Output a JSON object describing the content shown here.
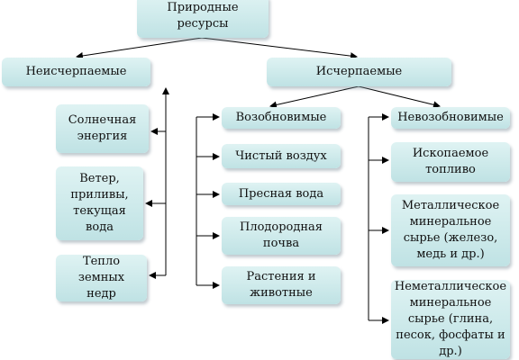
{
  "nodes": {
    "root": "Природные ресурсы",
    "inexhaustible": "Неисчерпаемые",
    "exhaustible": "Исчерпаемые",
    "solar": "Солнечная энергия",
    "wind": "Ветер, приливы, текущая вода",
    "earth_heat": "Тепло земных недр",
    "renewable": "Возобновимые",
    "clean_air": "Чистый воздух",
    "fresh_water": "Пресная вода",
    "fertile_soil": "Плодородная почва",
    "plants_animals": "Растения и животные",
    "nonrenewable": "Невозобновимые",
    "fossil_fuel": "Ископаемое топливо",
    "metallic": "Металлическое минеральное сырье (железо, медь и др.)",
    "nonmetallic": "Неметаллическое минеральное сырье (глина, песок, фосфаты и др.)"
  },
  "colors": {
    "box_top": "#dff3f3",
    "box_bottom": "#bfe2e4",
    "line": "#000000"
  }
}
